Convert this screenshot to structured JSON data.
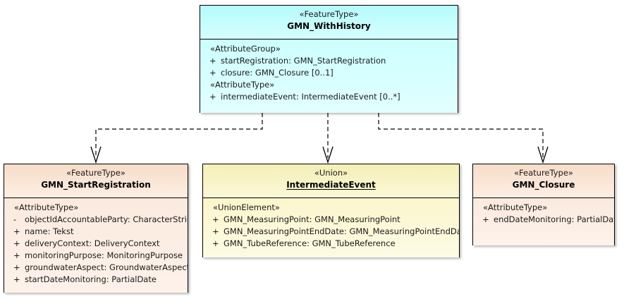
{
  "diagram": {
    "title": "GMN_WithHistory UML class diagram",
    "type": "uml-class-diagram",
    "background_color": "#ffffff",
    "connector_style": "dashed-dependency-open-arrow",
    "connector_color": "#000000"
  },
  "classes": {
    "gmn_with_history": {
      "stereotype": "«FeatureType»",
      "name": "GMN_WithHistory",
      "name_underlined": false,
      "fill_header": "#ccffff",
      "fill_body": "#ddffff",
      "compartments": [
        {
          "group_stereotype": "«AttributeGroup»",
          "attributes": [
            {
              "visibility": "+",
              "text": "startRegistration: GMN_StartRegistration"
            },
            {
              "visibility": "+",
              "text": "closure: GMN_Closure [0..1]"
            }
          ]
        },
        {
          "group_stereotype": "«AttributeType»",
          "attributes": [
            {
              "visibility": "+",
              "text": "intermediateEvent: IntermediateEvent [0..*]"
            }
          ]
        }
      ]
    },
    "gmn_start_registration": {
      "stereotype": "«FeatureType»",
      "name": "GMN_StartRegistration",
      "name_underlined": false,
      "fill_header": "#f8e2d0",
      "fill_body": "#fbeade",
      "compartments": [
        {
          "group_stereotype": "«AttributeType»",
          "attributes": [
            {
              "visibility": "-",
              "text": "objectIdAccountableParty: CharacterString"
            },
            {
              "visibility": "+",
              "text": "name: Tekst"
            },
            {
              "visibility": "+",
              "text": "deliveryContext: DeliveryContext"
            },
            {
              "visibility": "+",
              "text": "monitoringPurpose: MonitoringPurpose"
            },
            {
              "visibility": "+",
              "text": "groundwaterAspect: GroundwaterAspect"
            },
            {
              "visibility": "+",
              "text": "startDateMonitoring: PartialDate"
            }
          ]
        }
      ]
    },
    "intermediate_event": {
      "stereotype": "«Union»",
      "name": "IntermediateEvent",
      "name_underlined": true,
      "fill_header": "#f5efb6",
      "fill_body": "#fbf6cc",
      "compartments": [
        {
          "group_stereotype": "«UnionElement»",
          "attributes": [
            {
              "visibility": "+",
              "text": "GMN_MeasuringPoint: GMN_MeasuringPoint"
            },
            {
              "visibility": "+",
              "text": "GMN_MeasuringPointEndDate: GMN_MeasuringPointEndDate"
            },
            {
              "visibility": "+",
              "text": "GMN_TubeReference: GMN_TubeReference"
            }
          ]
        }
      ]
    },
    "gmn_closure": {
      "stereotype": "«FeatureType»",
      "name": "GMN_Closure",
      "name_underlined": false,
      "fill_header": "#f8e2d0",
      "fill_body": "#fbeade",
      "compartments": [
        {
          "group_stereotype": "«AttributeType»",
          "attributes": [
            {
              "visibility": "+",
              "text": "endDateMonitoring: PartialDate"
            }
          ]
        }
      ]
    }
  },
  "connectors": [
    {
      "id": "dep-to-start-registration",
      "from": "gmn_with_history",
      "to": "gmn_start_registration",
      "kind": "dependency"
    },
    {
      "id": "dep-to-intermediate-event",
      "from": "gmn_with_history",
      "to": "intermediate_event",
      "kind": "dependency"
    },
    {
      "id": "dep-to-closure",
      "from": "gmn_with_history",
      "to": "gmn_closure",
      "kind": "dependency"
    }
  ]
}
